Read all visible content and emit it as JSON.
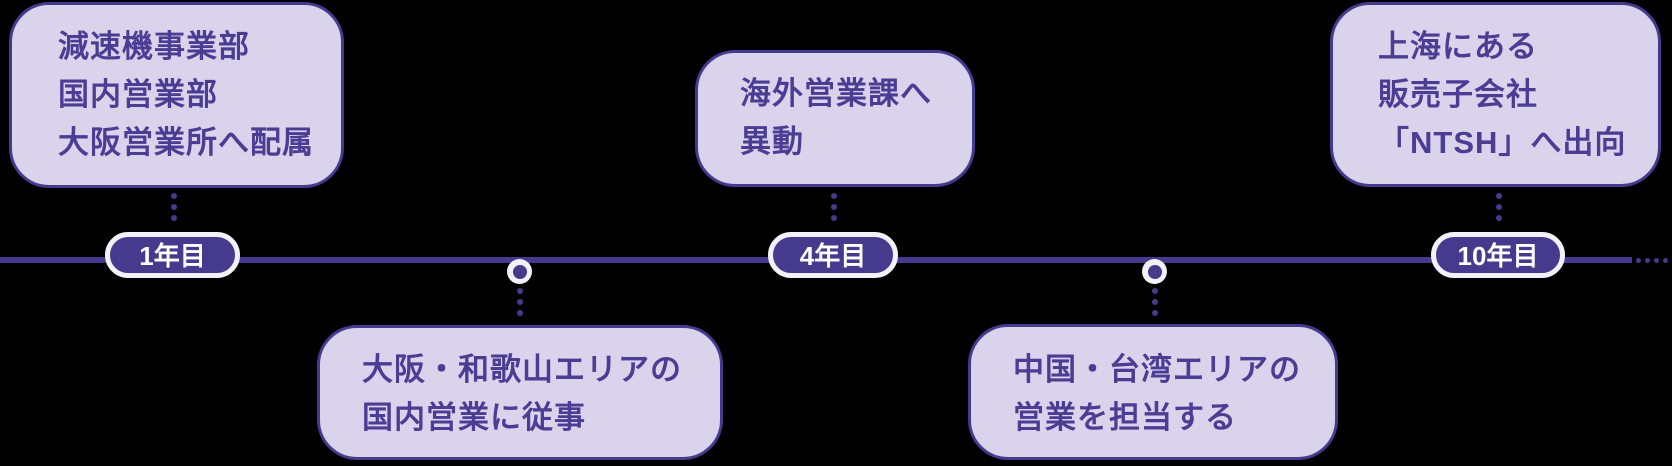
{
  "palette": {
    "background": "#000000",
    "accent_purple": "#453a8d",
    "card_fill": "#d9d3ec",
    "card_text": "#4b3d94",
    "ring_white": "#f2f0f9",
    "pill_text": "#ffffff"
  },
  "timeline": {
    "year_markers": [
      "1年目",
      "4年目",
      "10年目"
    ]
  },
  "events": [
    {
      "id": "year1-assignment",
      "side": "top",
      "marker": "1年目",
      "lines": [
        "減速機事業部",
        "国内営業部",
        "大阪営業所へ配属"
      ]
    },
    {
      "id": "osaka-wakayama-sales",
      "side": "bottom",
      "marker": "",
      "lines": [
        "大阪・和歌山エリアの",
        "国内営業に従事"
      ]
    },
    {
      "id": "year4-transfer",
      "side": "top",
      "marker": "4年目",
      "lines": [
        "海外営業課へ",
        "異動"
      ]
    },
    {
      "id": "china-taiwan-sales",
      "side": "bottom",
      "marker": "",
      "lines": [
        "中国・台湾エリアの",
        "営業を担当する"
      ]
    },
    {
      "id": "year10-ntsh",
      "side": "top",
      "marker": "10年目",
      "lines": [
        "上海にある",
        "販売子会社",
        "「NTSH」へ出向"
      ]
    }
  ]
}
